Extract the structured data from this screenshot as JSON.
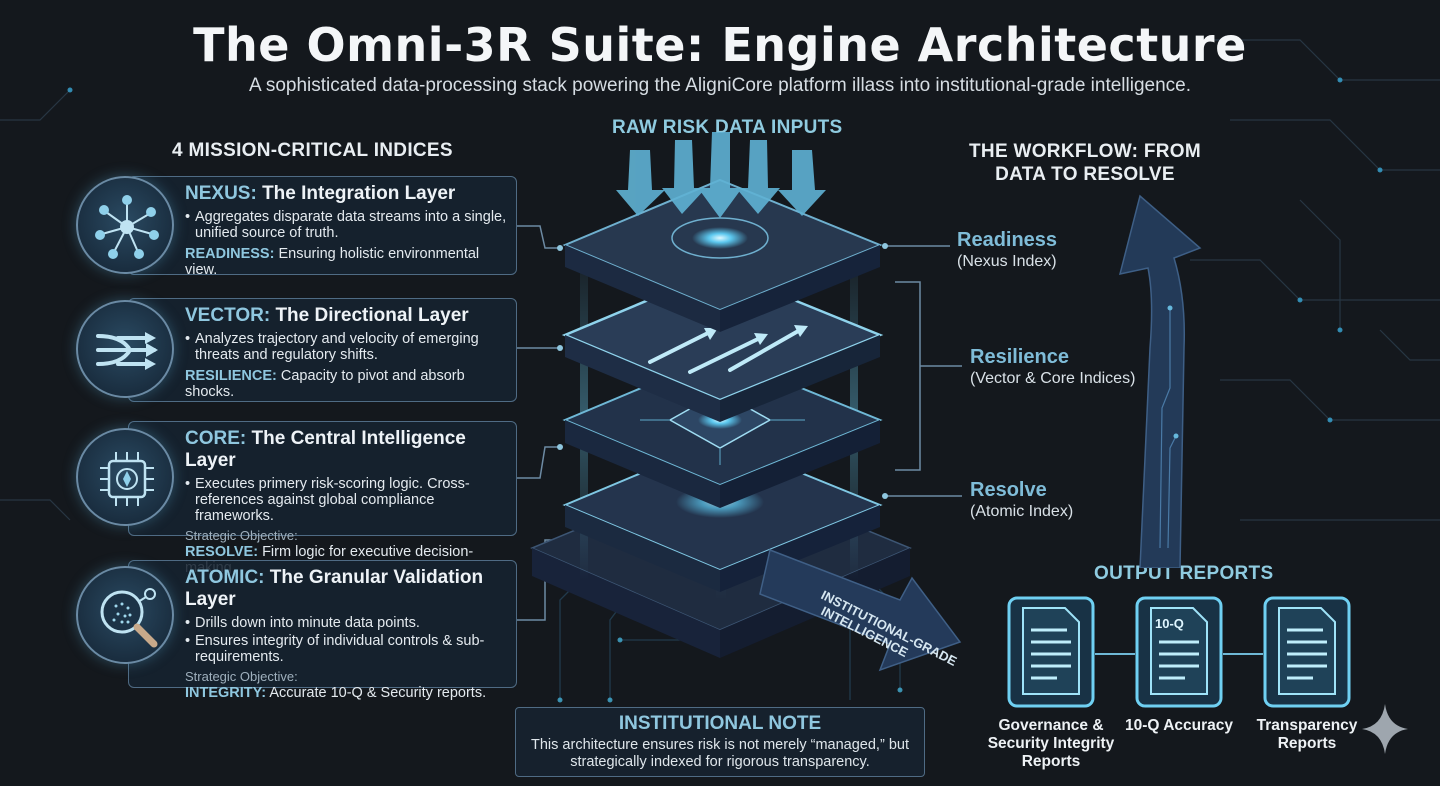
{
  "header": {
    "title": "The Omni-3R Suite: Engine Architecture",
    "subtitle": "A sophisticated data-processing stack powering the AligniCore platform illass into institutional-grade intelligence."
  },
  "left_section": {
    "heading": "4 MISSION-CRITICAL INDICES",
    "cards": [
      {
        "key": "NEXUS:",
        "title": "The Integration Layer",
        "icon": "network-hub-icon",
        "bullets": [
          "Aggregates disparate data streams into a single, unified source of truth."
        ],
        "objective": "",
        "outcome_key": "READINESS:",
        "outcome_text": "Ensuring holistic environmental view."
      },
      {
        "key": "VECTOR:",
        "title": "The Directional Layer",
        "icon": "converging-arrows-icon",
        "bullets": [
          "Analyzes trajectory and velocity of emerging threats and regulatory shifts."
        ],
        "objective": "",
        "outcome_key": "RESILIENCE:",
        "outcome_text": "Capacity to pivot and absorb shocks."
      },
      {
        "key": "CORE:",
        "title": "The Central Intelligence Layer",
        "icon": "processor-chip-icon",
        "bullets": [
          "Executes primery risk-scoring logic. Cross-references against global compliance frameworks."
        ],
        "objective": "Strategic Objective:",
        "outcome_key": "RESOLVE:",
        "outcome_text": "Firm logic for executive decision-making."
      },
      {
        "key": "ATOMIC:",
        "title": "The Granular Validation Layer",
        "icon": "magnifier-icon",
        "bullets": [
          "Drills down into minute data points.",
          "Ensures integrity of individual controls & sub-requirements."
        ],
        "objective": "Strategic Objective:",
        "outcome_key": "INTEGRITY:",
        "outcome_text": "Accurate 10-Q & Security reports."
      }
    ]
  },
  "center": {
    "inputs_heading": "RAW RISK DATA INPUTS",
    "output_arrow_text": "INSTITUTIONAL-GRADE INTELLIGENCE"
  },
  "workflow": {
    "heading": "THE WORKFLOW: FROM DATA TO RESOLVE",
    "stages": [
      {
        "name": "Readiness",
        "sub": "(Nexus Index)"
      },
      {
        "name": "Resilience",
        "sub": "(Vector & Core Indices)"
      },
      {
        "name": "Resolve",
        "sub": "(Atomic Index)"
      }
    ]
  },
  "outputs": {
    "heading": "OUTPUT REPORTS",
    "reports": [
      {
        "label": "Governance & Security Integrity Reports",
        "doc_mark": ""
      },
      {
        "label": "10-Q Accuracy",
        "doc_mark": "10-Q"
      },
      {
        "label": "Transparency Reports",
        "doc_mark": ""
      }
    ]
  },
  "note": {
    "heading": "INSTITUTIONAL NOTE",
    "body": "This architecture ensures risk is not merely “managed,” but strategically indexed for rigorous transparency."
  },
  "colors": {
    "background": "#14181d",
    "accent_cyan": "#8fc7df",
    "layer_navy": "#22324a",
    "card_border": "#4f6b84"
  }
}
